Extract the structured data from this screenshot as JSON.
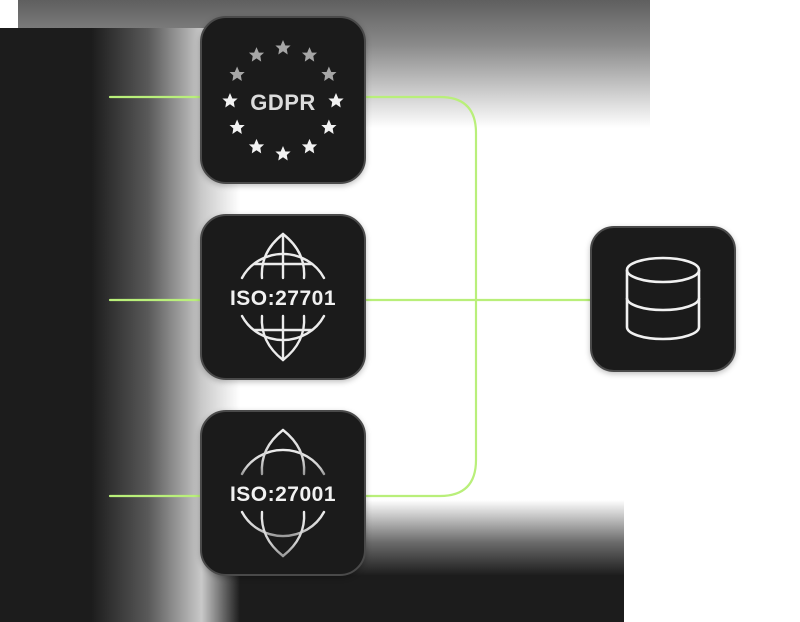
{
  "colors": {
    "connector": "#b9ef7a",
    "tile_bg": "#1b1b1b",
    "tile_border": "#4a4a4a",
    "text": "#f1f1f1"
  },
  "badges": [
    {
      "label": "GDPR",
      "icon": "eu-stars-icon"
    },
    {
      "label": "ISO:27701",
      "icon": "globe-icon"
    },
    {
      "label": "ISO:27001",
      "icon": "globe-icon"
    }
  ],
  "target": {
    "icon": "database-icon"
  }
}
